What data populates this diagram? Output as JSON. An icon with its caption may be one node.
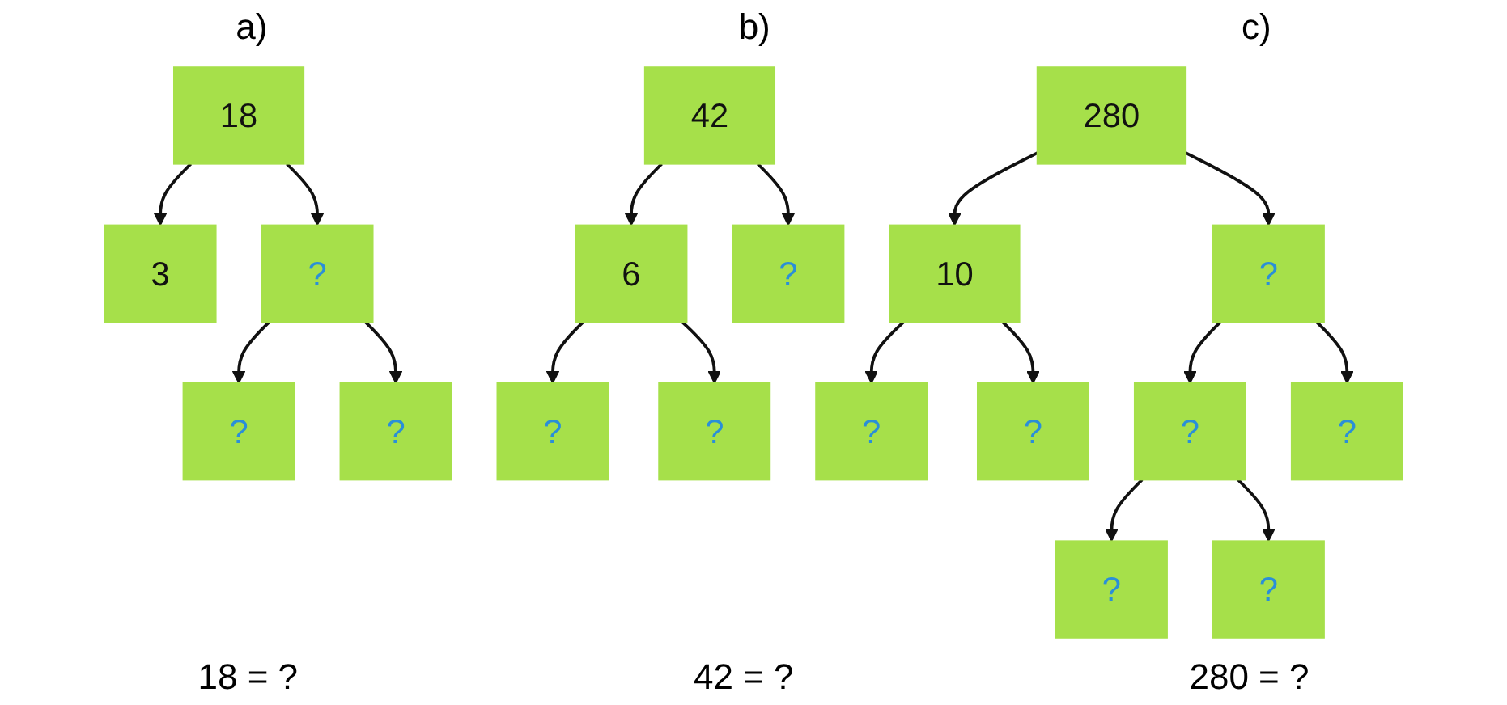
{
  "diagram": {
    "nodes": [
      {
        "text": [
          "18"
        ]
      },
      {
        "text": [
          "3"
        ]
      },
      {
        "text": [
          "?"
        ]
      },
      {
        "text": [
          "?"
        ]
      },
      {
        "text": [
          "?"
        ]
      },
      {
        "text": [
          "42"
        ]
      },
      {
        "text": [
          "6"
        ]
      },
      {
        "text": [
          "?"
        ]
      },
      {
        "text": [
          "?"
        ]
      },
      {
        "text": [
          "?"
        ]
      },
      {
        "text": [
          "280"
        ]
      },
      {
        "text": [
          "10"
        ]
      },
      {
        "text": [
          "?"
        ]
      },
      {
        "text": [
          "?"
        ]
      },
      {
        "text": [
          "?"
        ]
      },
      {
        "text": [
          "?"
        ]
      },
      {
        "text": [
          "?"
        ]
      },
      {
        "text": [
          "?"
        ]
      },
      {
        "text": [
          "?"
        ]
      }
    ],
    "edges": [
      {
        "from": 0,
        "to": 1,
        "arrow": "to"
      },
      {
        "from": 0,
        "to": 2,
        "arrow": "to"
      },
      {
        "from": 2,
        "to": 3,
        "arrow": "to"
      },
      {
        "from": 2,
        "to": 4,
        "arrow": "to"
      },
      {
        "from": 5,
        "to": 6,
        "arrow": "to"
      },
      {
        "from": 5,
        "to": 7,
        "arrow": "to"
      },
      {
        "from": 6,
        "to": 8,
        "arrow": "to"
      },
      {
        "from": 6,
        "to": 9,
        "arrow": "to"
      },
      {
        "from": 10,
        "to": 11,
        "arrow": "to"
      },
      {
        "from": 10,
        "to": 12,
        "arrow": "to"
      },
      {
        "from": 11,
        "to": 13,
        "arrow": "to"
      },
      {
        "from": 11,
        "to": 14,
        "arrow": "to"
      },
      {
        "from": 12,
        "to": 15,
        "arrow": "to"
      },
      {
        "from": 12,
        "to": 16,
        "arrow": "to"
      },
      {
        "from": 15,
        "to": 17,
        "arrow": "to"
      },
      {
        "from": 15,
        "to": 18,
        "arrow": "to"
      }
    ],
    "labels": [
      "a)",
      "b)",
      "c)",
      "18 = ?",
      "42 = ?",
      "280 = ?"
    ]
  }
}
